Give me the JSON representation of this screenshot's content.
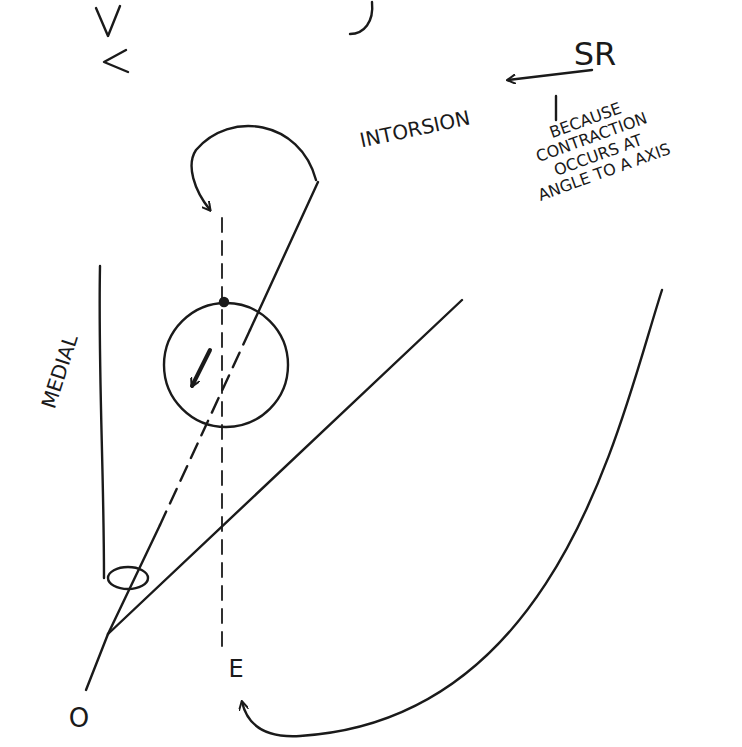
{
  "diagram": {
    "labels": [
      "INTORSION",
      "SR",
      "BECAUSE CONTRACTION OCCURS AT ANGLE TO A AXIS",
      "MEDIAL",
      "O",
      "E"
    ]
  }
}
